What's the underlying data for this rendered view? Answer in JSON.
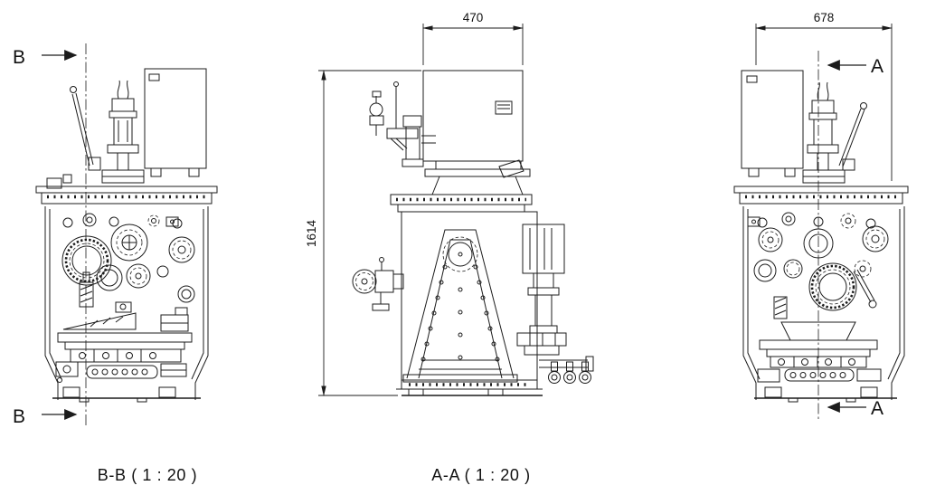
{
  "page": {
    "background": "#ffffff",
    "line_color": "#1c1c1c"
  },
  "views": {
    "bb": {
      "caption": "B-B ( 1 : 20 )"
    },
    "aa": {
      "caption": "A-A ( 1 : 20 )"
    }
  },
  "dimensions": {
    "width_470": "470",
    "width_678": "678",
    "height_1614": "1614"
  },
  "markers": {
    "b_top": "B",
    "b_bottom": "B",
    "a_top": "A",
    "a_bottom": "A"
  }
}
